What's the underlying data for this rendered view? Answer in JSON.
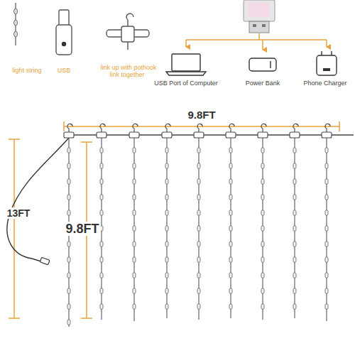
{
  "diagram": {
    "labels": [
      "light string",
      "USB",
      "link up with pothook link together",
      "USB Port of Computer",
      "Power Bank",
      "Phone Charger",
      "9.8FT",
      "13FT",
      "9.8FT"
    ]
  }
}
